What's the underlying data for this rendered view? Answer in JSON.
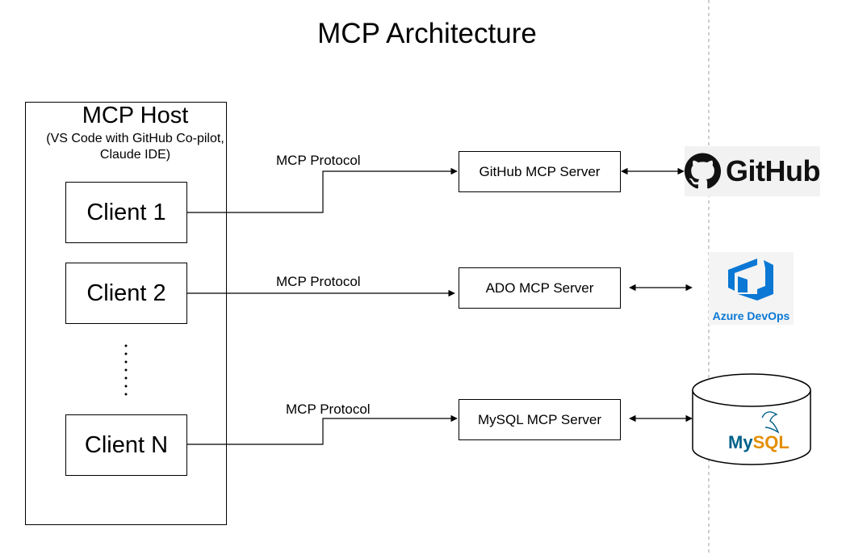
{
  "title": "MCP Architecture",
  "host": {
    "title": "MCP Host",
    "subtitle_line1": "(VS Code with GitHub Co-pilot,",
    "subtitle_line2": "Claude IDE)",
    "clients": [
      "Client 1",
      "Client 2",
      "Client N"
    ],
    "ellipsis": "⋮"
  },
  "connections": [
    {
      "protocol": "MCP Protocol",
      "server": "GitHub MCP Server",
      "resource": "GitHub",
      "resource_icon": "github-icon"
    },
    {
      "protocol": "MCP Protocol",
      "server": "ADO MCP Server",
      "resource": "Azure DevOps",
      "resource_icon": "azure-devops-icon"
    },
    {
      "protocol": "MCP Protocol",
      "server": "MySQL MCP Server",
      "resource": "MySQL",
      "resource_icon": "mysql-database-icon"
    }
  ],
  "colors": {
    "github_black": "#111111",
    "azure_blue": "#0a78d4",
    "mysql_blue": "#00618a",
    "mysql_orange": "#e48e00",
    "divider_gray": "#bdbdbd"
  }
}
